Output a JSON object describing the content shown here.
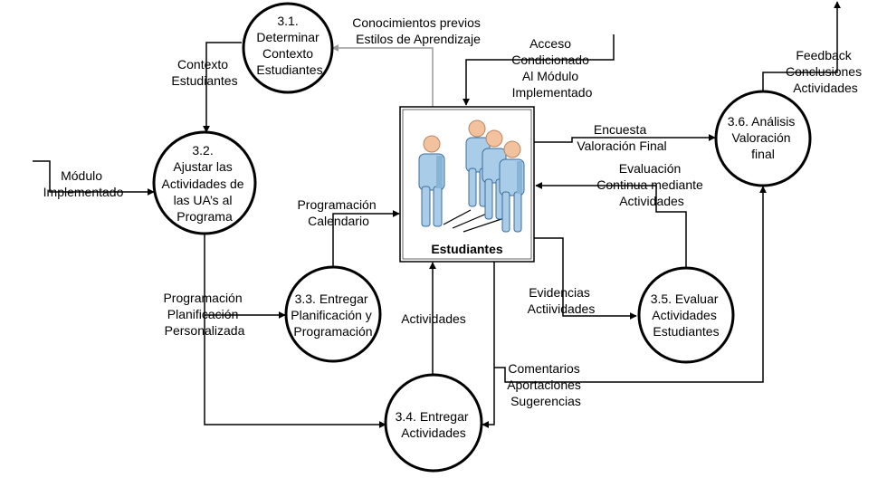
{
  "entity": {
    "title": "Estudiantes"
  },
  "processes": [
    {
      "id": "p31",
      "lines": [
        "3.1.",
        "Determinar",
        "Contexto",
        "Estudiantes"
      ]
    },
    {
      "id": "p32",
      "lines": [
        "3.2.",
        "Ajustar las",
        "Actividades de",
        "las UA’s al",
        "Programa"
      ]
    },
    {
      "id": "p33",
      "lines": [
        "3.3. Entregar",
        "Planificación y",
        "Programación"
      ]
    },
    {
      "id": "p34",
      "lines": [
        "3.4. Entregar",
        "Actividades"
      ]
    },
    {
      "id": "p35",
      "lines": [
        "3.5. Evaluar",
        "Actividades",
        "Estudiantes"
      ]
    },
    {
      "id": "p36",
      "lines": [
        "3.6. Análisis",
        "Valoración",
        "final"
      ]
    }
  ],
  "flows": [
    {
      "id": "conocimientos",
      "lines": [
        "Conocimientos previos",
        "Estilos de Aprendizaje"
      ]
    },
    {
      "id": "acceso",
      "lines": [
        "Acceso",
        "Condicionado",
        "Al Módulo",
        "Implementado"
      ]
    },
    {
      "id": "contexto",
      "lines": [
        "Contexto",
        "Estudiantes"
      ]
    },
    {
      "id": "modulo",
      "lines": [
        "Módulo",
        "Implementado"
      ]
    },
    {
      "id": "programacion-calendario",
      "lines": [
        "Programación",
        "Calendario"
      ]
    },
    {
      "id": "programacion-planificacion",
      "lines": [
        "Programación",
        "Planificación",
        "Personalizada"
      ]
    },
    {
      "id": "actividades",
      "lines": [
        "Actividades"
      ]
    },
    {
      "id": "encuesta",
      "lines": [
        "Encuesta",
        "Valoración Final"
      ]
    },
    {
      "id": "evaluacion",
      "lines": [
        "Evaluación",
        "Continua mediante",
        "Actividades"
      ]
    },
    {
      "id": "evidencias",
      "lines": [
        "Evidencias",
        "Actiividades"
      ]
    },
    {
      "id": "comentarios",
      "lines": [
        "Comentarios",
        "Aportaciones",
        "Sugerencias"
      ]
    },
    {
      "id": "feedback",
      "lines": [
        "Feedback",
        "Conclusiones",
        "Actividades"
      ]
    }
  ]
}
